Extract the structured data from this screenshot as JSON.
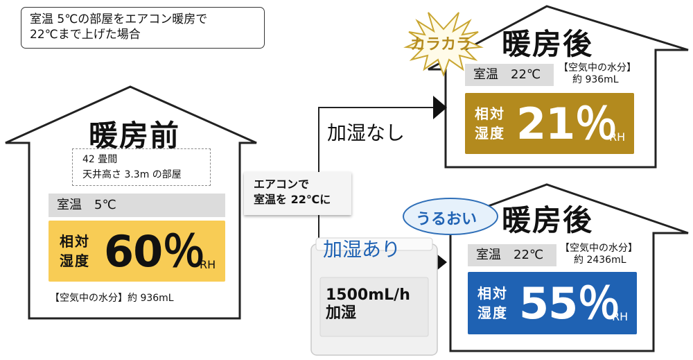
{
  "note": {
    "line1": "室温 5℃の部屋をエアコン暖房で",
    "line2": "22℃まで上げた場合"
  },
  "before": {
    "title": "暖房前",
    "room_line1": "42 畳間",
    "room_line2": "天井高さ 3.3m の部屋",
    "temp": "室温　5℃",
    "humidity_label_1": "相対",
    "humidity_label_2": "湿度",
    "humidity_value": "60％",
    "humidity_unit": "RH",
    "water": "【空気中の水分】約 936mL",
    "color": "#f8cc55"
  },
  "aircon": {
    "line1": "エアコンで",
    "line2": "室温を 22℃に"
  },
  "route_no": "加湿なし",
  "route_yes": "加湿あり",
  "humidifier": {
    "line1": "1500mL/h",
    "line2": "加湿"
  },
  "after_dry": {
    "badge": "カラカラ",
    "title": "暖房後",
    "temp": "室温　22℃",
    "water_line1": "【空気中の水分】",
    "water_line2": "約 936mL",
    "humidity_label_1": "相対",
    "humidity_label_2": "湿度",
    "humidity_value": "21％",
    "humidity_unit": "RH",
    "color": "#b38a1e"
  },
  "after_humid": {
    "badge": "うるおい",
    "title": "暖房後",
    "temp": "室温　22℃",
    "water_line1": "【空気中の水分】",
    "water_line2": "約 2436mL",
    "humidity_label_1": "相対",
    "humidity_label_2": "湿度",
    "humidity_value": "55％",
    "humidity_unit": "RH",
    "color": "#1f62b3"
  }
}
